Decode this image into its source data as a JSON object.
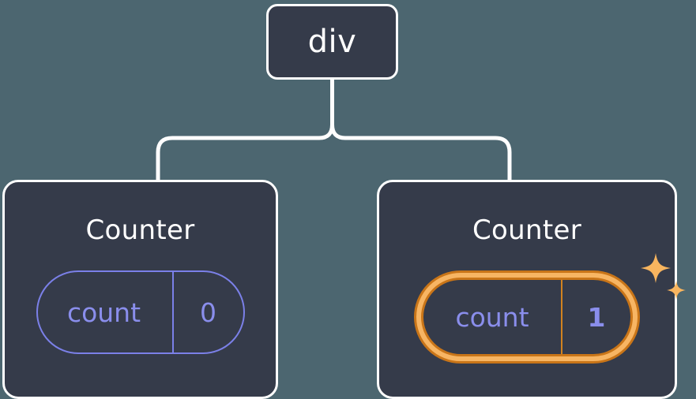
{
  "diagram": {
    "background_color": "#4c6670",
    "node_fill_color": "#353b4a",
    "node_border_color": "#ffffff",
    "connector_color": "#ffffff",
    "accent_indigo": "#8a8eec",
    "highlight_orange_light": "#f7b563",
    "highlight_orange_dark": "#c97518"
  },
  "root": {
    "label": "div"
  },
  "children": [
    {
      "title": "Counter",
      "state": {
        "key": "count",
        "value": "0"
      },
      "highlighted": false
    },
    {
      "title": "Counter",
      "state": {
        "key": "count",
        "value": "1"
      },
      "highlighted": true,
      "sparkle_icons": [
        "sparkle-large",
        "sparkle-small"
      ]
    }
  ]
}
